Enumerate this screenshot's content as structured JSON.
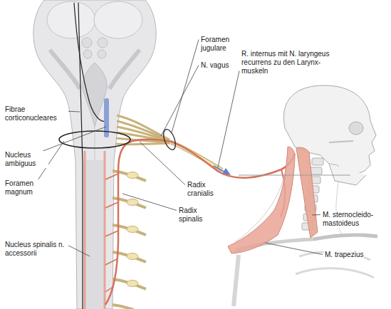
{
  "diagram": {
    "labels": [
      "Foramen jugulare",
      "N. vagus",
      "R. internus mit N. laryngeus recurrens zu den Larynx- muskeln",
      "Fibrae corticonucleares",
      "Nucleus ambiguus",
      "Foramen magnum",
      "Radix cranialis",
      "Radix spinalis",
      "Nucleus spinalis n. accessorii",
      "M. sternocleido- mastoideus",
      "M. trapezius"
    ]
  }
}
